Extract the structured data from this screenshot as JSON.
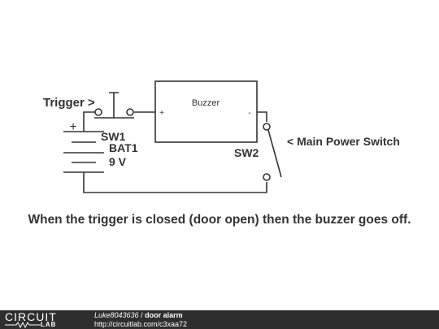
{
  "schematic": {
    "buzzer_label": "Buzzer",
    "buzzer_plus": "+",
    "buzzer_minus": "-",
    "trigger_label": "Trigger >",
    "sw1_label": "SW1",
    "bat_label": "BAT1",
    "bat_value": "9 V",
    "bat_plus": "+",
    "sw2_label": "SW2",
    "main_switch_label": "< Main Power Switch"
  },
  "caption": "When the trigger is closed (door open) then the buzzer goes off.",
  "footer": {
    "logo_top": "CIRCUIT",
    "logo_bottom": "LAB",
    "author": "Luke8043636",
    "separator": " / ",
    "title": "door alarm",
    "url": "http://circuitlab.com/c3xaa72"
  }
}
